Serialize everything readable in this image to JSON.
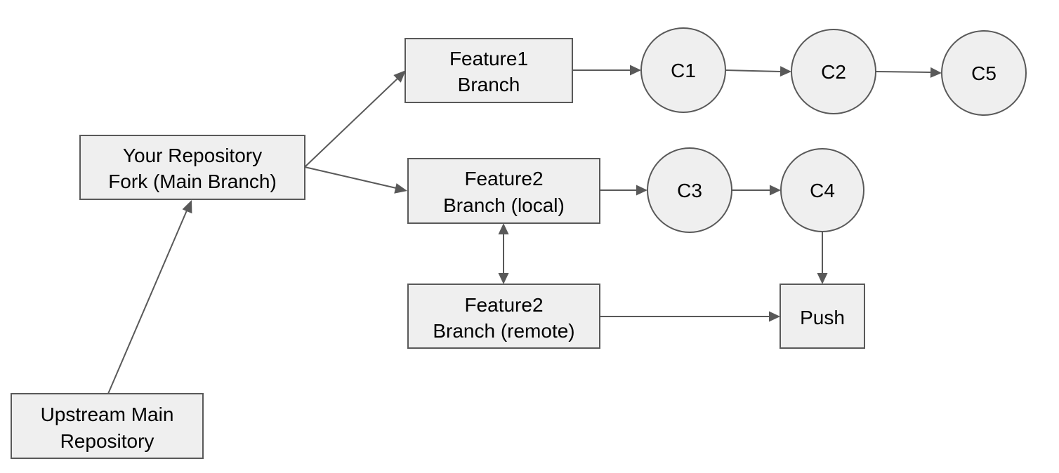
{
  "nodes": {
    "upstream": {
      "lines": [
        "Upstream Main",
        "Repository"
      ]
    },
    "fork": {
      "lines": [
        "Your Repository",
        "Fork (Main Branch)"
      ]
    },
    "feature1": {
      "lines": [
        "Feature1",
        "Branch"
      ]
    },
    "feature2_local": {
      "lines": [
        "Feature2",
        "Branch (local)"
      ]
    },
    "feature2_remote": {
      "lines": [
        "Feature2",
        "Branch (remote)"
      ]
    },
    "c1": {
      "label": "C1"
    },
    "c2": {
      "label": "C2"
    },
    "c3": {
      "label": "C3"
    },
    "c4": {
      "label": "C4"
    },
    "c5": {
      "label": "C5"
    },
    "push": {
      "label": "Push"
    }
  },
  "colors": {
    "node_fill": "#efefef",
    "stroke": "#595959",
    "text": "#000000"
  }
}
